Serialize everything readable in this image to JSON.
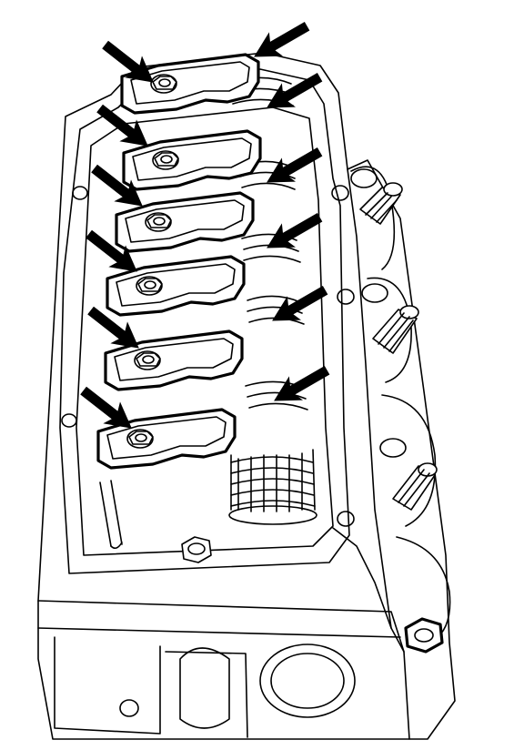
{
  "figure": {
    "style": "black line art on white",
    "rocker_arm_count": 6,
    "arrow_count": 12,
    "colors": {
      "line": "#000000",
      "background": "#ffffff"
    }
  }
}
